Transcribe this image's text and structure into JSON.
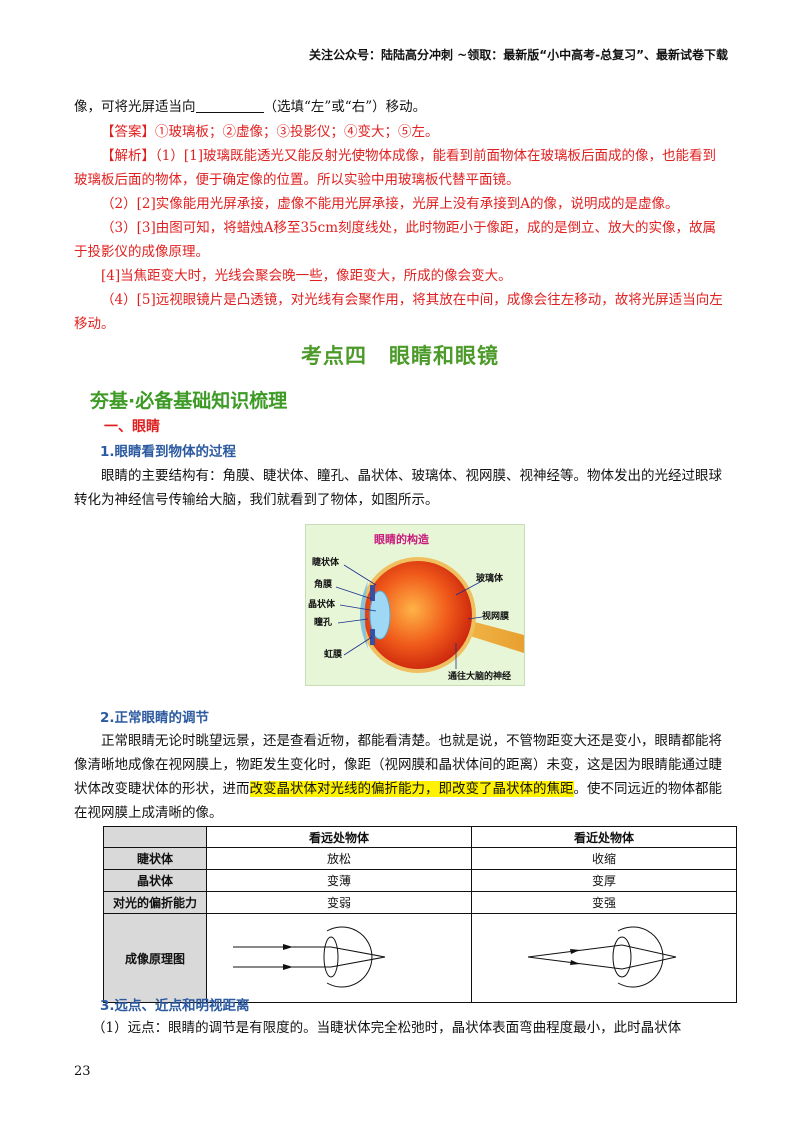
{
  "header": {
    "note": "关注公众号：陆陆高分冲刺 ~领取：最新版“小中高考-总复习”、最新试卷下载"
  },
  "intro": {
    "line_before": "像，可将光屏适当向",
    "line_after": "（选填“左”或“右”）移动。"
  },
  "answer": {
    "text": "【答案】①玻璃板；②虚像；③投影仪；④变大；⑤左。"
  },
  "analysis": {
    "p1": "【解析】（1）[1]玻璃既能透光又能反射光使物体成像，能看到前面物体在玻璃板后面成的像，也能看到玻璃板后面的物体，便于确定像的位置。所以实验中用玻璃板代替平面镜。",
    "p2": "（2）[2]实像能用光屏承接，虚像不能用光屏承接，光屏上没有承接到A的像，说明成的是虚像。",
    "p3": "（3）[3]由图可知，将蜡烛A移至35cm刻度线处，此时物距小于像距，成的是倒立、放大的实像，故属于投影仪的成像原理。",
    "p4": "[4]当焦距变大时，光线会聚会晚一些，像距变大，所成的像会变大。",
    "p5": "（4）[5]远视眼镜片是凸透镜，对光线有会聚作用，将其放在中间，成像会往左移动，故将光屏适当向左移动。"
  },
  "kaodian_title": "考点四　眼睛和眼镜",
  "section": {
    "heading": "夯基·必备基础知识梳理",
    "sub1": "一、眼睛",
    "h1": "1.眼睛看到物体的过程",
    "p1": "眼睛的主要结构有：角膜、睫状体、瞳孔、晶状体、玻璃体、视网膜、视神经等。物体发出的光经过眼球转化为神经信号传输给大脑，我们就看到了物体，如图所示。",
    "h2": "2.正常眼睛的调节",
    "p2_before": "正常眼睛无论时眺望远景，还是查看近物，都能看清楚。也就是说，不管物距变大还是变小，眼睛都能将像清晰地成像在视网膜上，物距发生变化时，像距（视网膜和晶状体间的距离）未变，这是因为眼睛能通过睫状体改变睫状体的形状，进而",
    "p2_highlight": "改变晶状体对光线的偏折能力，即改变了晶状体的焦距",
    "p2_after": "。使不同远近的物体都能在视网膜上成清晰的像。",
    "h3": "3.远点、近点和明视距离",
    "p3": "（1）远点：眼睛的调节是有限度的。当睫状体完全松弛时，晶状体表面弯曲程度最小，此时晶状体"
  },
  "figure": {
    "title": "眼睛的构造",
    "labels": {
      "ciliary": "睫状体",
      "cornea": "角膜",
      "lens": "晶状体",
      "pupil": "瞳孔",
      "iris": "虹膜",
      "vitreous": "玻璃体",
      "retina": "视网膜",
      "nerve": "通往大脑的神经"
    }
  },
  "table": {
    "col_far": "看远处物体",
    "col_near": "看近处物体",
    "rows": [
      {
        "label": "睫状体",
        "far": "放松",
        "near": "收缩"
      },
      {
        "label": "晶状体",
        "far": "变薄",
        "near": "变厚"
      },
      {
        "label": "对光的偏折能力",
        "far": "变弱",
        "near": "变强"
      }
    ],
    "diagram_label": "成像原理图"
  },
  "page_number": "23"
}
